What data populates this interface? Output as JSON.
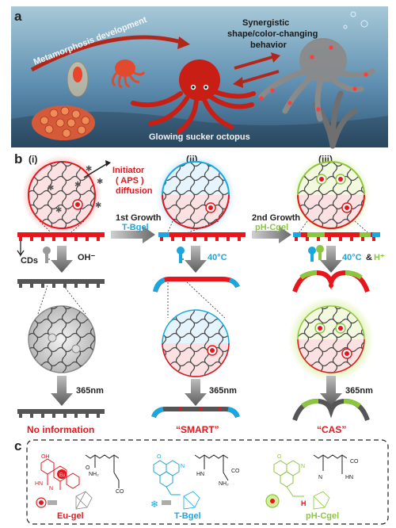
{
  "panel_a": {
    "letter": "a",
    "label_metamorphosis": "Metamorphosis development",
    "label_synergistic_1": "Synergistic",
    "label_synergistic_2": "shape/color-changing",
    "label_synergistic_3": "behavior",
    "label_octopus": "Glowing sucker octopus"
  },
  "panel_b": {
    "letter": "b",
    "col1": {
      "numeral": "(i)",
      "initiator_1": "Initiator",
      "initiator_2": "( APS )",
      "initiator_3": "diffusion",
      "cds": "CDs",
      "oh": "OH⁻",
      "uv": "365nm",
      "result": "No information"
    },
    "col2": {
      "numeral": "(ii)",
      "growth": "1st Growth",
      "growth_gel": "T-Bgel",
      "temp": "40°C",
      "uv": "365nm",
      "result": "“SMART”"
    },
    "col3": {
      "numeral": "(iii)",
      "growth": "2nd Growth",
      "growth_gel": "pH-Cgel",
      "temp": "40°C",
      "amp": "&",
      "h": "H⁺",
      "uv": "365nm",
      "result": "“CAS”"
    }
  },
  "panel_c": {
    "letter": "c",
    "eu_label": "Eu-gel",
    "t_label": "T-Bgel",
    "ph_label": "pH-Cgel",
    "atom_oh": "OH",
    "atom_eu": "Eu",
    "atom_n": "N",
    "atom_nh2": "NH₂",
    "atom_hn": "HN",
    "atom_o": "O",
    "atom_co": "CO",
    "atom_h": "H"
  },
  "colors": {
    "red": "#e8161c",
    "blue": "#1aa7e0",
    "green": "#8cc63f",
    "gray": "#555555",
    "sea": "#3e6f96"
  }
}
